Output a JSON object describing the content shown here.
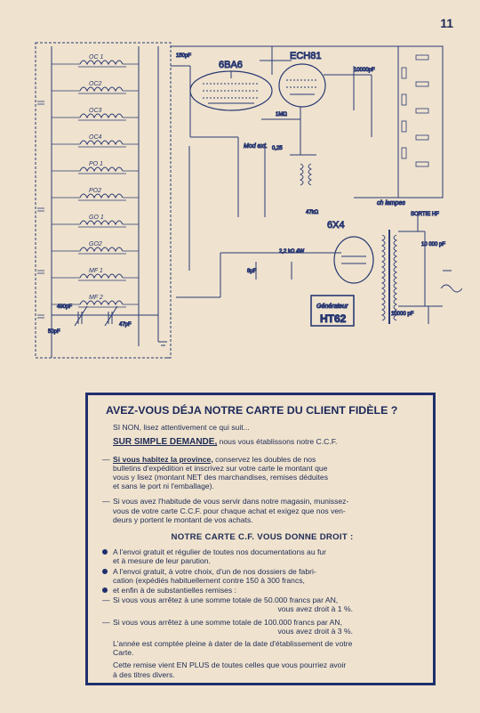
{
  "page_number": "11",
  "schematic": {
    "coils": [
      "OC 1",
      "OC2",
      "OC3",
      "OC4",
      "PO 1",
      "PO2",
      "GO 1",
      "GO2",
      "MF 1",
      "MF 2"
    ],
    "tubes": [
      "6BA6",
      "ECH81",
      "6X4"
    ],
    "labels": {
      "mod_ext": "Mod ext.",
      "ch_lampes": "ch lampes",
      "sortie_hf": "SORTIE HF",
      "generator_line1": "Générateur",
      "generator_line2": "HT62",
      "cap_10000pf": "10000pF",
      "cap_150pf": "150pF",
      "cap_10000pf_b": "10 000 pF",
      "cap_490pf": "490pF",
      "cap_47pf": "47pF",
      "cap_50pf": "50pF",
      "res_1mw": "1MΩ",
      "res_2k2": "2,2 kΩ 4W",
      "cap_8mf": "8μF",
      "cap_10000_bottom": "10000 pF",
      "cap_025": "0,25",
      "res_47k": "47kΩ"
    }
  },
  "card": {
    "title": "AVEZ-VOUS DÉJA NOTRE CARTE DU CLIENT FIDÈLE ?",
    "intro": "SI NON, lisez attentivement ce qui suit...",
    "demand_bold": "SUR SIMPLE DEMANDE,",
    "demand_rest": " nous vous établissons notre C.C.F.",
    "province_dash": "—",
    "province_bold": "Si vous habitez la province,",
    "province_line1_rest": " conservez les doubles de nos",
    "province_line2": "bulletins d'expédition et inscrivez sur votre carte le montant que",
    "province_line3": "vous y lisez (montant NET des marchandises, remises déduites",
    "province_line4": "et sans le port ni l'emballage).",
    "shop_dash": "—",
    "shop_line1": "Si vous avez l'habitude de vous servir dans notre magasin, munissez-",
    "shop_line2": "vous de votre carte C.C.F. pour chaque achat et exigez que nos ven-",
    "shop_line3": "deurs y portent le montant de vos achats.",
    "rights_title": "NOTRE CARTE C.F. VOUS DONNE DROIT :",
    "b1_line1": "A l'envoi gratuit et régulier de toutes nos documentations au fur",
    "b1_line2": "et à mesure de leur parution.",
    "b2_line1": "A l'envoi gratuit, à votre choix, d'un de nos dossiers de fabri-",
    "b2_line2": "cation (expédiés habituellement contre 150 à 300 francs,",
    "b3_line1": "et enfin à de substantielles remises :",
    "d1_line1": "Si vous vous arrêtez à une somme totale de  50.000 francs par AN,",
    "d1_line2": "vous avez droit à 1 %.",
    "d2_line1": "Si vous vous arrêtez à une somme totale de 100.000 francs par AN,",
    "d2_line2": "vous avez droit à 3 %.",
    "year_line1": "L'année est comptée pleine à dater de la date d'établissement de votre",
    "year_line2": "Carte.",
    "discount_line1": "Cette remise vient EN PLUS de toutes celles que vous pourriez avoir",
    "discount_line2": "à des titres divers.",
    "dash_char": "—"
  },
  "colors": {
    "paper": "#efe3cf",
    "ink": "#1f2f6e"
  }
}
